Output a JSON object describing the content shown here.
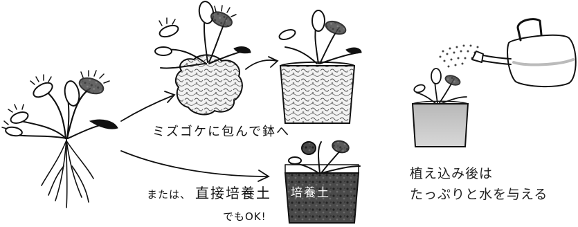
{
  "labels": {
    "moss_wrap": "ミズゴケに包んで鉢へ",
    "direct_prefix": "または、",
    "direct_soil": "直接培養土",
    "soil_tag": "培養土",
    "ok_note": "でもOK!"
  },
  "caption": {
    "line1": "植え込み後は",
    "line2": "たっぷりと水を与える"
  },
  "icons": {
    "plant": "venus-flytrap-icon",
    "watering_can": "watering-can-icon"
  }
}
